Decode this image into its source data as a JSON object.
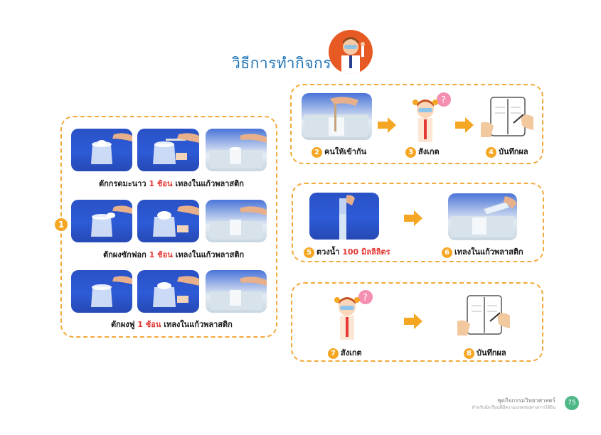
{
  "header": {
    "title": "วิธีการทำกิจกรรม"
  },
  "group1": {
    "number": "1",
    "rows": [
      {
        "caption_pre": "ตักกรดมะนาว",
        "amount": "1 ช้อน",
        "caption_post": "เทลงในแก้วพลาสติก"
      },
      {
        "caption_pre": "ตักผงซักฟอก",
        "amount": "1 ช้อน",
        "caption_post": "เทลงในแก้วพลาสติก"
      },
      {
        "caption_pre": "ตักผงฟู",
        "amount": "1 ช้อน",
        "caption_post": "เทลงในแก้วพลาสติก"
      }
    ]
  },
  "steps": {
    "s2": {
      "number": "2",
      "label": "คนให้เข้ากัน"
    },
    "s3": {
      "number": "3",
      "label": "สังเกต"
    },
    "s4": {
      "number": "4",
      "label": "บันทึกผล"
    },
    "s5": {
      "number": "5",
      "label_pre": "ตวงน้ำ",
      "amount": "100 มิลลิลิตร"
    },
    "s6": {
      "number": "6",
      "label": "เทลงในแก้วพลาสติก"
    },
    "s7": {
      "number": "7",
      "label": "สังเกต"
    },
    "s8": {
      "number": "8",
      "label": "บันทึกผล"
    }
  },
  "footer": {
    "line1": "ชุดกิจกรรมวิทยาศาสตร์",
    "line2": "สำหรับนักเรียนที่มีความบกพร่องทางการได้ยิน",
    "page": "75"
  },
  "colors": {
    "accent": "#f5a623",
    "title": "#1f73b7",
    "highlight": "#e53935",
    "page_badge": "#4db886"
  }
}
